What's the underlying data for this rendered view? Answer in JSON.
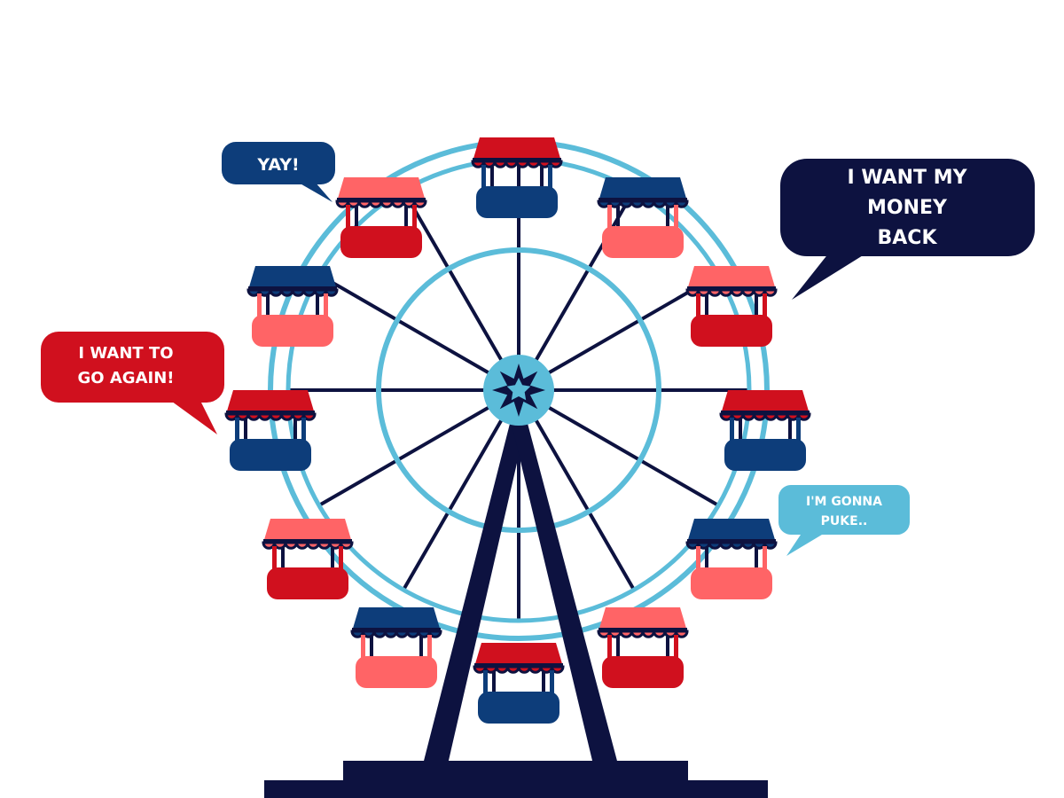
{
  "bubbles": {
    "yay": "YAY!",
    "again_line1": "I WANT TO",
    "again_line2": "GO AGAIN!",
    "money_line1": "I WANT MY",
    "money_line2": "MONEY",
    "money_line3": "BACK",
    "puke_line1": "I'M GONNA",
    "puke_line2": "PUKE.."
  },
  "colors": {
    "navy": "#0d1240",
    "rim": "#5bbcd9",
    "red": "#d0101e",
    "coral": "#ff6466",
    "blue": "#0d3d7a",
    "bubble_yay": "#0d3d7a",
    "bubble_again": "#d0101e",
    "bubble_money": "#0d1240",
    "bubble_puke": "#5bbcd9"
  },
  "cabins": [
    {
      "position": "top",
      "roof": "red",
      "basket": "blue"
    },
    {
      "position": "upper-right",
      "roof": "blue",
      "basket": "coral"
    },
    {
      "position": "right-high",
      "roof": "coral",
      "basket": "red"
    },
    {
      "position": "right",
      "roof": "red",
      "basket": "blue"
    },
    {
      "position": "right-low",
      "roof": "blue",
      "basket": "coral"
    },
    {
      "position": "lower-right",
      "roof": "coral",
      "basket": "red"
    },
    {
      "position": "bottom",
      "roof": "red",
      "basket": "blue"
    },
    {
      "position": "lower-left",
      "roof": "blue",
      "basket": "coral"
    },
    {
      "position": "left-low",
      "roof": "coral",
      "basket": "red"
    },
    {
      "position": "left",
      "roof": "red",
      "basket": "blue"
    },
    {
      "position": "left-high",
      "roof": "blue",
      "basket": "coral"
    },
    {
      "position": "upper-left",
      "roof": "coral",
      "basket": "red"
    }
  ]
}
